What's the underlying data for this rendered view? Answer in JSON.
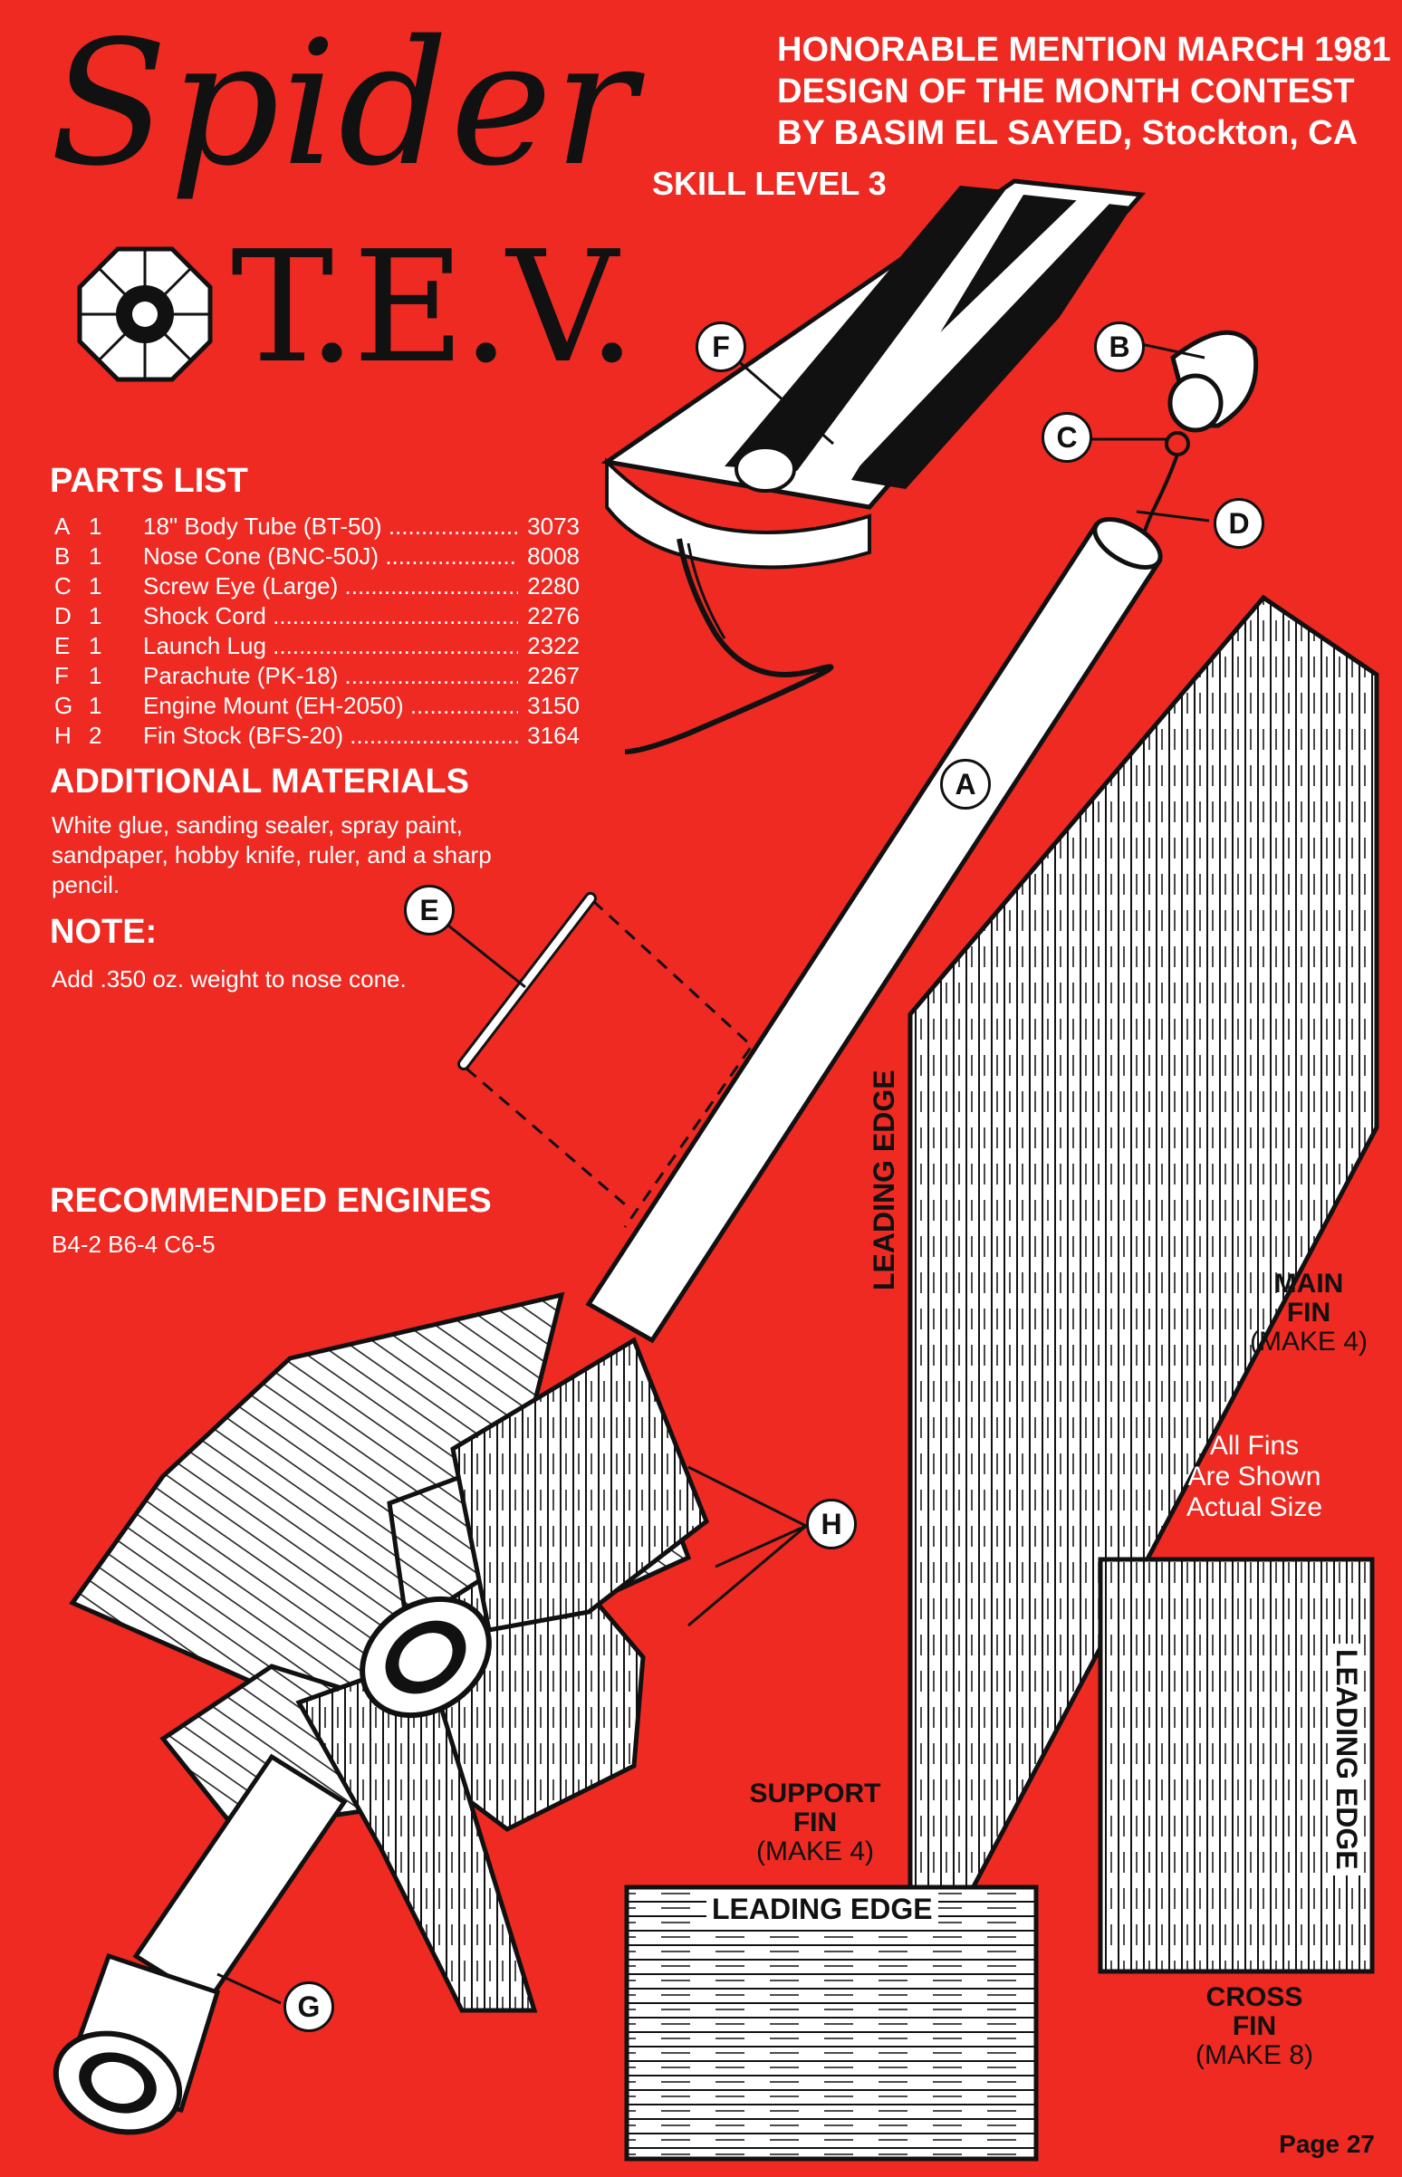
{
  "title": {
    "word": "Spider",
    "tev": "T.E.V."
  },
  "header": {
    "line1": "HONORABLE MENTION MARCH 1981",
    "line2": "DESIGN OF THE MONTH CONTEST",
    "line3": "BY BASIM EL SAYED, Stockton, CA"
  },
  "skill_level": "SKILL LEVEL 3",
  "parts_list": {
    "heading": "PARTS LIST",
    "items": [
      {
        "letter": "A",
        "qty": "1",
        "name": "18\" Body Tube (BT-50)",
        "number": "3073"
      },
      {
        "letter": "B",
        "qty": "1",
        "name": "Nose Cone (BNC-50J)",
        "number": "8008"
      },
      {
        "letter": "C",
        "qty": "1",
        "name": "Screw Eye (Large)",
        "number": "2280"
      },
      {
        "letter": "D",
        "qty": "1",
        "name": "Shock Cord",
        "number": "2276"
      },
      {
        "letter": "E",
        "qty": "1",
        "name": "Launch Lug",
        "number": "2322"
      },
      {
        "letter": "F",
        "qty": "1",
        "name": "Parachute (PK-18)",
        "number": "2267"
      },
      {
        "letter": "G",
        "qty": "1",
        "name": "Engine Mount (EH-2050)",
        "number": "3150"
      },
      {
        "letter": "H",
        "qty": "2",
        "name": "Fin Stock (BFS-20)",
        "number": "3164"
      }
    ]
  },
  "additional_materials": {
    "heading": "ADDITIONAL MATERIALS",
    "text": "White glue, sanding sealer, spray paint, sandpaper, hobby knife, ruler, and a sharp pencil."
  },
  "note": {
    "heading": "NOTE:",
    "text": "Add .350 oz. weight to nose cone."
  },
  "engines": {
    "heading": "RECOMMENDED ENGINES",
    "text": "B4-2 B6-4 C6-5"
  },
  "callouts": {
    "A": "A",
    "B": "B",
    "C": "C",
    "D": "D",
    "E": "E",
    "F": "F",
    "G": "G",
    "H": "H"
  },
  "fins": {
    "main": {
      "line1": "MAIN",
      "line2": "FIN",
      "make": "(MAKE 4)",
      "edge": "LEADING EDGE"
    },
    "support": {
      "line1": "SUPPORT",
      "line2": "FIN",
      "make": "(MAKE 4)",
      "edge": "LEADING EDGE"
    },
    "cross": {
      "line1": "CROSS",
      "line2": "FIN",
      "make": "(MAKE 8)",
      "edge": "LEADING EDGE"
    },
    "note_line1": "All Fins",
    "note_line2": "Are Shown",
    "note_line3": "Actual Size"
  },
  "page": "Page 27",
  "colors": {
    "background": "#ee2a22",
    "ink": "#111111",
    "paper": "#ffffff"
  }
}
